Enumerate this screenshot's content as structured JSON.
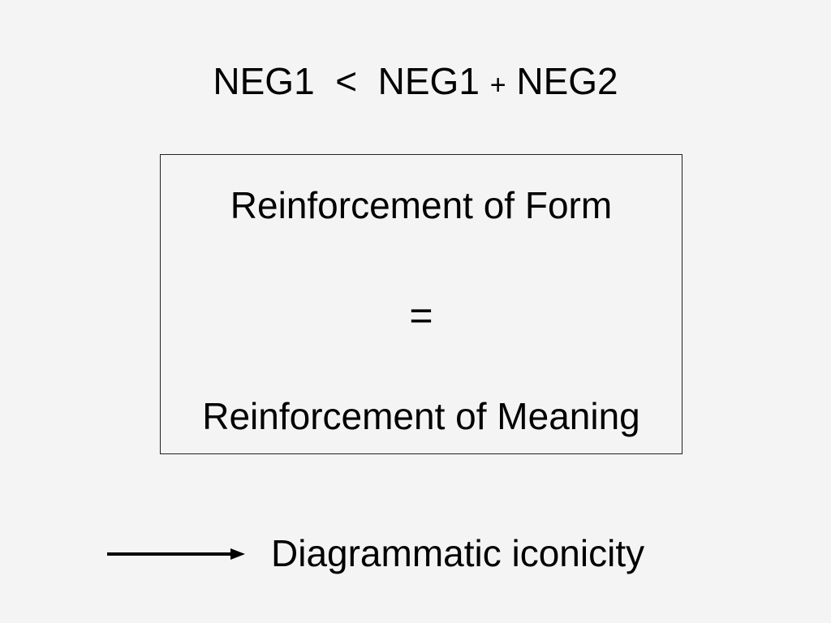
{
  "formula": {
    "left_term": "NEG1",
    "comparator": "<",
    "right_term_1": "NEG1",
    "plus": "+",
    "right_term_2": "NEG2"
  },
  "box": {
    "top_text": "Reinforcement of Form",
    "equals_sign": "=",
    "bottom_text": "Reinforcement of Meaning"
  },
  "conclusion": {
    "arrow_icon": "right-arrow-icon",
    "text": "Diagrammatic iconicity"
  }
}
